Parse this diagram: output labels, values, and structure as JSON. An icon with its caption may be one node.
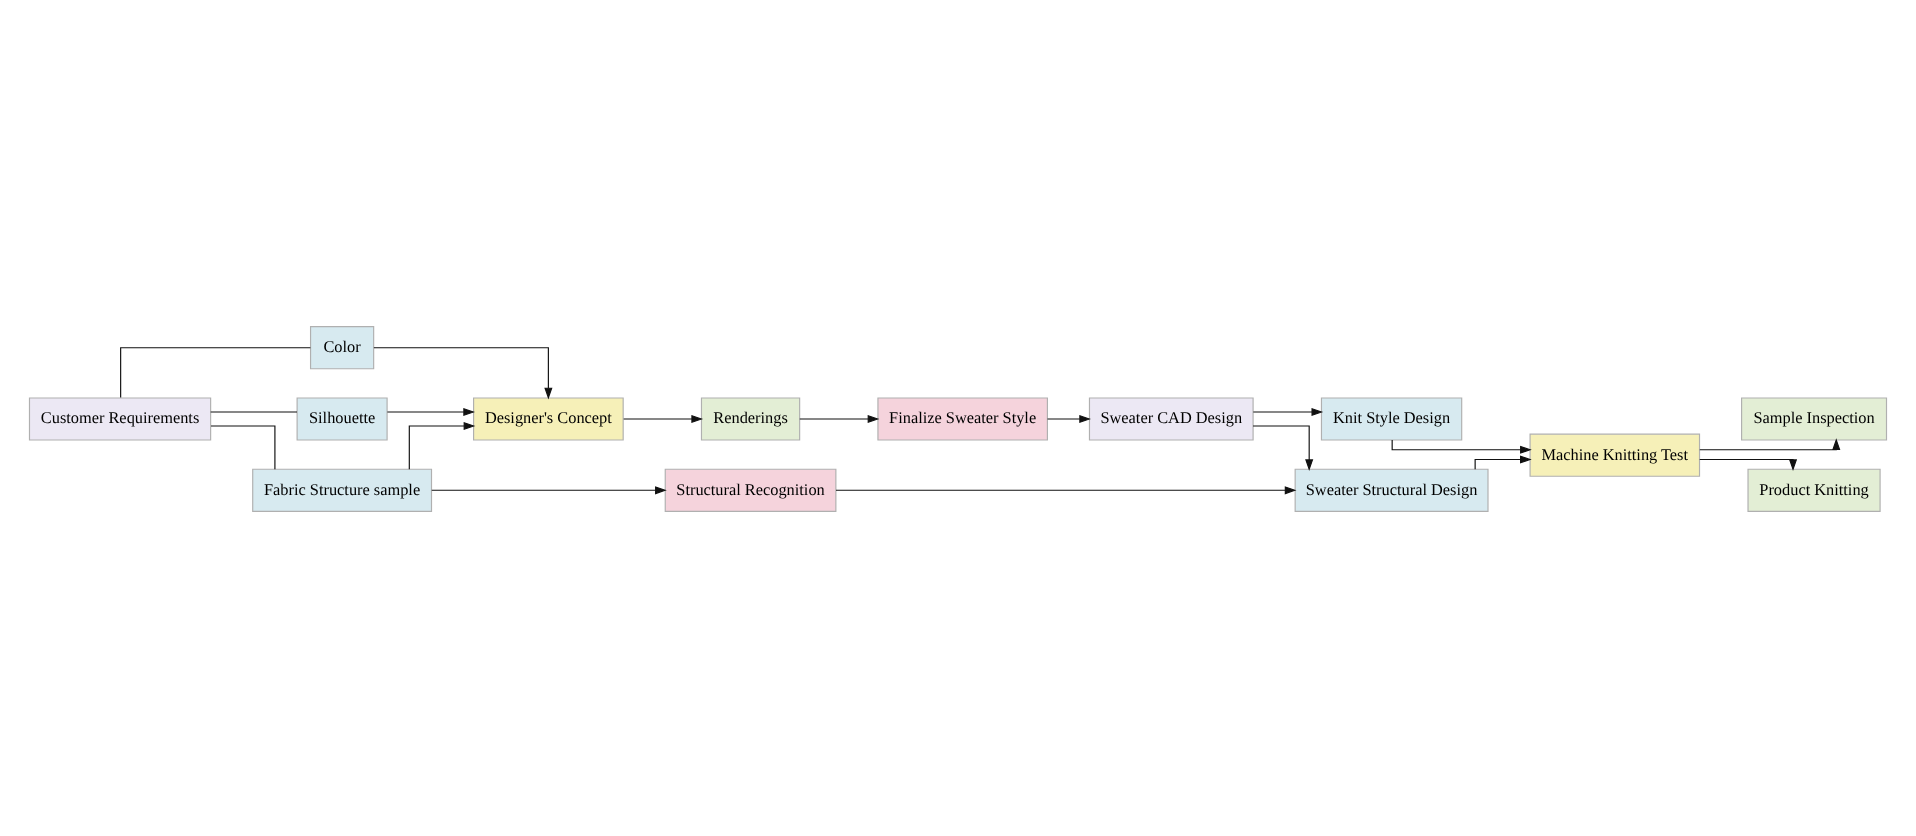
{
  "diagram": {
    "nodes": [
      {
        "text": [
          "Customer Requirements"
        ]
      },
      {
        "text": [
          "Color"
        ]
      },
      {
        "text": [
          "Silhouette"
        ]
      },
      {
        "text": [
          "Fabric Structure sample"
        ]
      },
      {
        "text": [
          "Designer's Concept"
        ]
      },
      {
        "text": [
          "Renderings"
        ]
      },
      {
        "text": [
          "Finalize Sweater Style"
        ]
      },
      {
        "text": [
          "Structural Recognition"
        ]
      },
      {
        "text": [
          "Sweater CAD Design"
        ]
      },
      {
        "text": [
          "Sweater Structural Design"
        ]
      },
      {
        "text": [
          "Knit Style Design"
        ]
      },
      {
        "text": [
          "Machine Knitting Test"
        ]
      },
      {
        "text": [
          "Sample Inspection"
        ]
      },
      {
        "text": [
          "Product Knitting"
        ]
      }
    ],
    "edges": [
      {
        "from": 0,
        "to": 1,
        "arrow": "none"
      },
      {
        "from": 0,
        "to": 2,
        "arrow": "none"
      },
      {
        "from": 0,
        "to": 3,
        "arrow": "none"
      },
      {
        "from": 1,
        "to": 4,
        "arrow": "to"
      },
      {
        "from": 2,
        "to": 4,
        "arrow": "to"
      },
      {
        "from": 3,
        "to": 4,
        "arrow": "to"
      },
      {
        "from": 3,
        "to": 7,
        "arrow": "to"
      },
      {
        "from": 4,
        "to": 5,
        "arrow": "to"
      },
      {
        "from": 5,
        "to": 6,
        "arrow": "to"
      },
      {
        "from": 6,
        "to": 8,
        "arrow": "to"
      },
      {
        "from": 7,
        "to": 9,
        "arrow": "to"
      },
      {
        "from": 8,
        "to": 9,
        "arrow": "to"
      },
      {
        "from": 8,
        "to": 10,
        "arrow": "to"
      },
      {
        "from": 9,
        "to": 11,
        "arrow": "to"
      },
      {
        "from": 10,
        "to": 11,
        "arrow": "to"
      },
      {
        "from": 11,
        "to": 12,
        "arrow": "to"
      },
      {
        "from": 11,
        "to": 13,
        "arrow": "to"
      }
    ]
  }
}
